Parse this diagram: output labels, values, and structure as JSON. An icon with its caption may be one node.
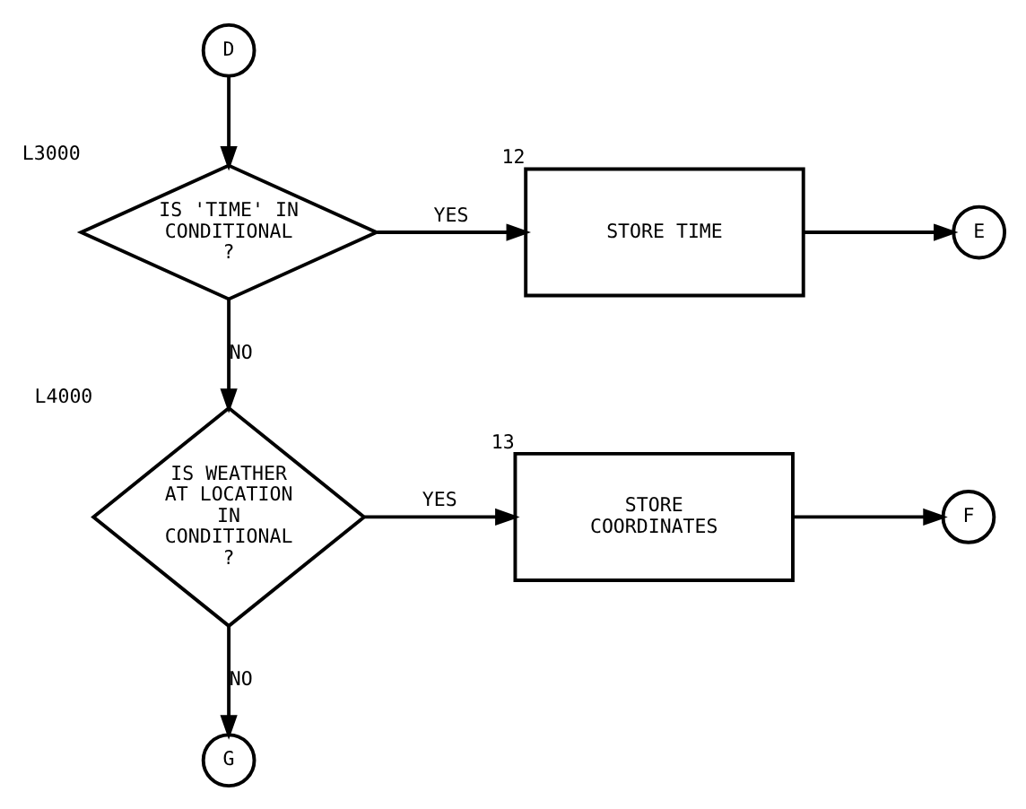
{
  "diagram": {
    "nodes": [
      {
        "text": [
          "D"
        ]
      },
      {
        "text": [
          "IS 'TIME' IN CONDITIONAL ?"
        ],
        "beside": [
          "L3000"
        ]
      },
      {
        "text": [
          "STORE TIME"
        ],
        "beside": [
          "12"
        ]
      },
      {
        "text": [
          "E"
        ]
      },
      {
        "text": [
          "IS WEATHER AT LOCATION IN CONDITIONAL ?"
        ],
        "beside": [
          "L4000"
        ]
      },
      {
        "text": [
          "STORE COORDINATES"
        ],
        "beside": [
          "13"
        ]
      },
      {
        "text": [
          "F"
        ]
      },
      {
        "text": [
          "G"
        ]
      }
    ],
    "edges": [
      {
        "from": 0,
        "to": 1,
        "arrow": "to"
      },
      {
        "from": 1,
        "to": 2,
        "arrow": "to",
        "label": "YES"
      },
      {
        "from": 2,
        "to": 3,
        "arrow": "to"
      },
      {
        "from": 1,
        "to": 4,
        "arrow": "to",
        "label": "NO"
      },
      {
        "from": 4,
        "to": 5,
        "arrow": "to",
        "label": "YES"
      },
      {
        "from": 5,
        "to": 6,
        "arrow": "to"
      },
      {
        "from": 4,
        "to": 7,
        "arrow": "to",
        "label": "NO"
      }
    ]
  }
}
